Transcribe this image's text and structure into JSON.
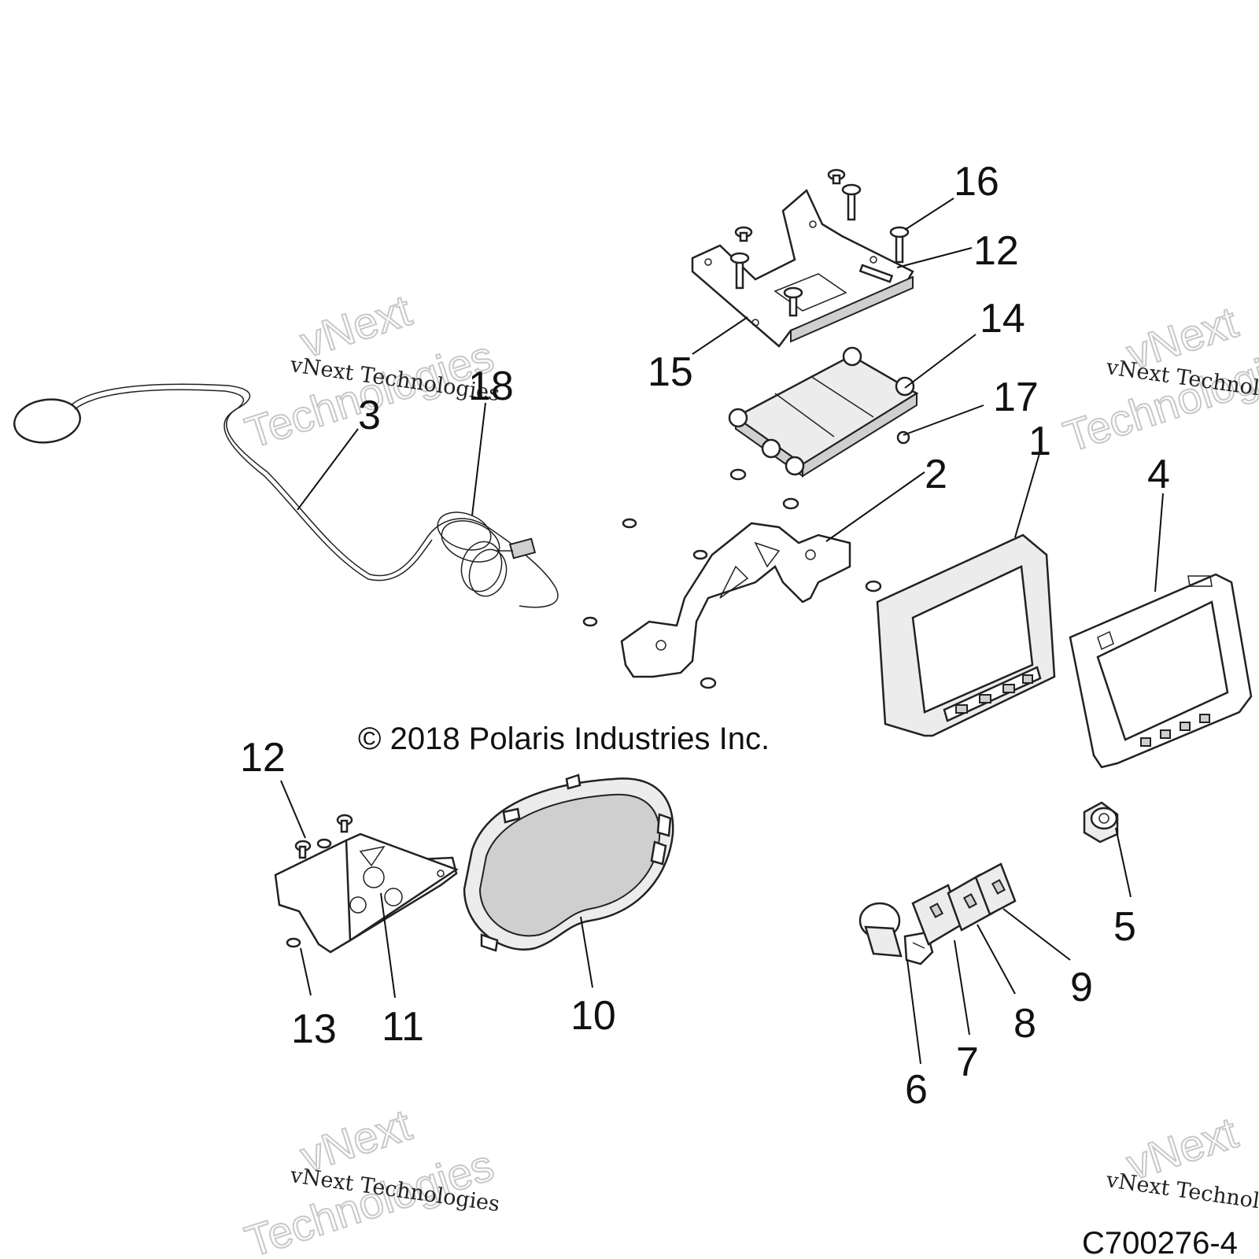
{
  "copyright": "© 2018 Polaris Industries Inc.",
  "diagram_code": "C700276-4",
  "watermarks": {
    "small": "vNext Technologies",
    "big_top": "vNext",
    "big_bottom": "Technologies"
  },
  "callouts": [
    {
      "id": "c1",
      "label": "1"
    },
    {
      "id": "c2",
      "label": "2"
    },
    {
      "id": "c3",
      "label": "3"
    },
    {
      "id": "c4",
      "label": "4"
    },
    {
      "id": "c5",
      "label": "5"
    },
    {
      "id": "c6",
      "label": "6"
    },
    {
      "id": "c7",
      "label": "7"
    },
    {
      "id": "c8",
      "label": "8"
    },
    {
      "id": "c9",
      "label": "9"
    },
    {
      "id": "c10",
      "label": "10"
    },
    {
      "id": "c11",
      "label": "11"
    },
    {
      "id": "c12a",
      "label": "12"
    },
    {
      "id": "c12b",
      "label": "12"
    },
    {
      "id": "c13",
      "label": "13"
    },
    {
      "id": "c14",
      "label": "14"
    },
    {
      "id": "c15",
      "label": "15"
    },
    {
      "id": "c16",
      "label": "16"
    },
    {
      "id": "c17",
      "label": "17"
    },
    {
      "id": "c18",
      "label": "18"
    }
  ]
}
